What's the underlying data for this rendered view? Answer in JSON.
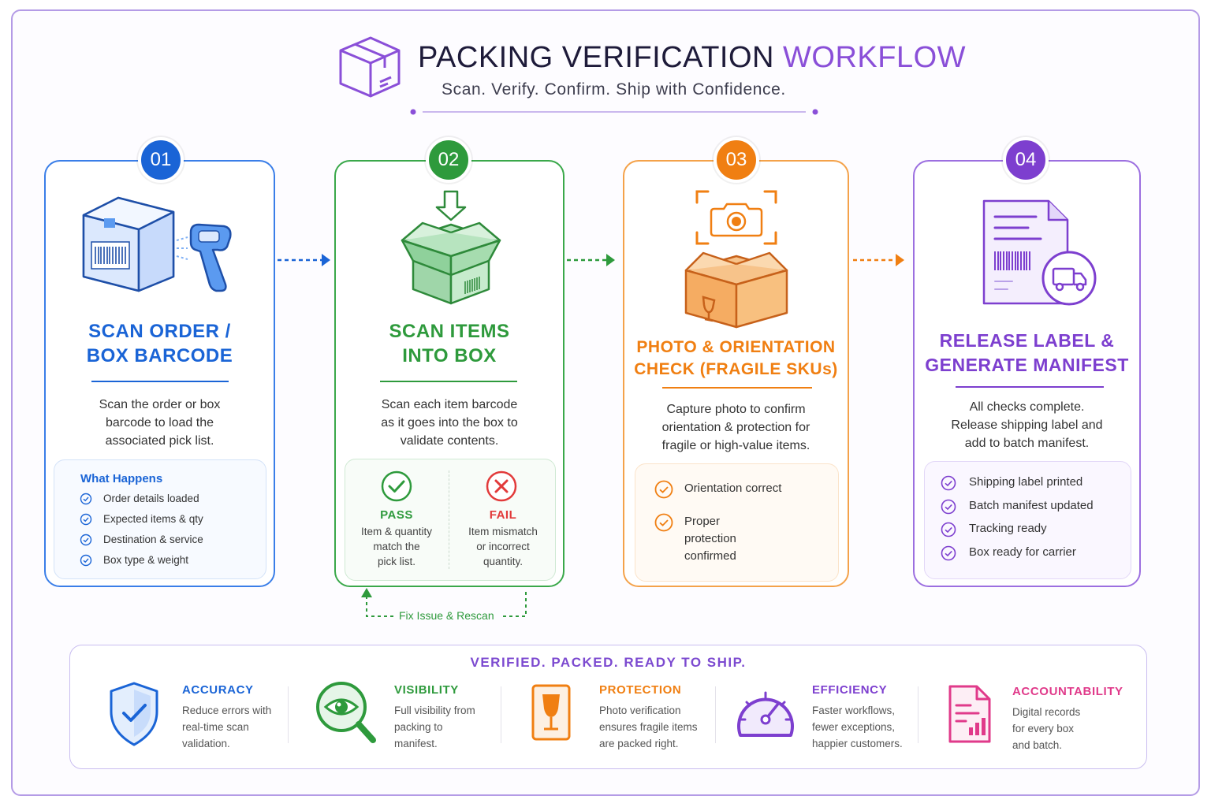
{
  "header": {
    "title_main": "PACKING VERIFICATION ",
    "title_accent": "WORKFLOW",
    "subtitle": "Scan. Verify. Confirm. Ship with Confidence.",
    "icon": "package-box-icon"
  },
  "colors": {
    "blue": "#1a64d6",
    "green": "#2e9a3c",
    "orange": "#f07f12",
    "purple": "#7d3fcf",
    "pink": "#e03a8a"
  },
  "steps": [
    {
      "number": "01",
      "title_lines": [
        "SCAN ORDER /",
        "BOX BARCODE"
      ],
      "desc_lines": [
        "Scan the order or box",
        "barcode to load the",
        "associated pick list."
      ],
      "panel_title": "What Happens",
      "items": [
        "Order details loaded",
        "Expected items & qty",
        "Destination & service",
        "Box type & weight"
      ],
      "icon": "barcode-scanner-box-icon"
    },
    {
      "number": "02",
      "title_lines": [
        "SCAN ITEMS",
        "INTO BOX"
      ],
      "desc_lines": [
        "Scan each item barcode",
        "as it goes into the box to",
        "validate contents."
      ],
      "pass": {
        "label": "PASS",
        "lines": [
          "Item & quantity",
          "match the",
          "pick list."
        ]
      },
      "fail": {
        "label": "FAIL",
        "lines": [
          "Item mismatch",
          "or incorrect",
          "quantity."
        ]
      },
      "loop_label": "Fix Issue & Rescan",
      "icon": "open-box-icon"
    },
    {
      "number": "03",
      "title_lines": [
        "PHOTO & ORIENTATION",
        "CHECK (FRAGILE SKUs)"
      ],
      "desc_lines": [
        "Capture photo to confirm",
        "orientation & protection for",
        "fragile or high-value items."
      ],
      "items": [
        "Orientation correct",
        "Proper protection confirmed"
      ],
      "icon": "camera-box-icon"
    },
    {
      "number": "04",
      "title_lines": [
        "RELEASE LABEL &",
        "GENERATE MANIFEST"
      ],
      "desc_lines": [
        "All checks complete.",
        "Release shipping label and",
        "add to batch manifest."
      ],
      "items": [
        "Shipping label printed",
        "Batch manifest updated",
        "Tracking ready",
        "Box ready for carrier"
      ],
      "icon": "manifest-truck-icon"
    }
  ],
  "benefits": {
    "heading": "VERIFIED. PACKED. READY TO SHIP.",
    "items": [
      {
        "title": "ACCURACY",
        "lines": [
          "Reduce errors with",
          "real-time scan",
          "validation."
        ],
        "icon": "shield-check-icon"
      },
      {
        "title": "VISIBILITY",
        "lines": [
          "Full visibility from",
          "packing to",
          "manifest."
        ],
        "icon": "eye-magnifier-icon"
      },
      {
        "title": "PROTECTION",
        "lines": [
          "Photo verification",
          "ensures fragile items",
          "are packed right."
        ],
        "icon": "fragile-glass-icon"
      },
      {
        "title": "EFFICIENCY",
        "lines": [
          "Faster workflows,",
          "fewer exceptions,",
          "happier customers."
        ],
        "icon": "speedometer-icon"
      },
      {
        "title": "ACCOUNTABILITY",
        "lines": [
          "Digital records",
          "for every box",
          "and batch."
        ],
        "icon": "report-document-icon"
      }
    ]
  }
}
